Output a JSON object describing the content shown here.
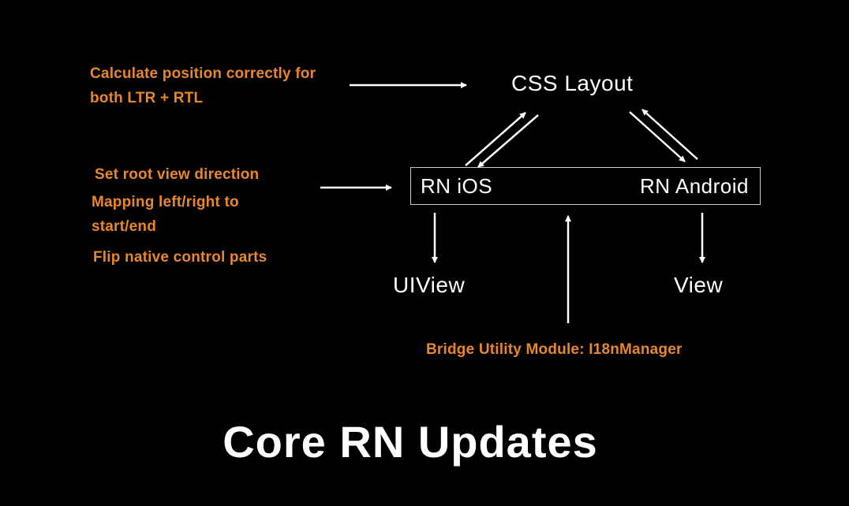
{
  "slide": {
    "title": "Core RN Updates",
    "colors": {
      "background": "#000000",
      "accent_orange": "#E8872B",
      "text_white": "#FFFFFF",
      "box_border": "#C9C9C9"
    },
    "nodes": {
      "css_layout": "CSS Layout",
      "rn_ios": "RN iOS",
      "rn_android": "RN Android",
      "uiview": "UIView",
      "view": "View"
    },
    "annotations": {
      "calculate_position": "Calculate position correctly for both LTR + RTL",
      "set_root_view": "Set root view direction",
      "mapping": "Mapping left/right to start/end",
      "flip_native": "Flip native control parts",
      "bridge_module": "Bridge Utility Module: I18nManager"
    },
    "arrows": [
      "calculate-position-to-css-layout",
      "css-layout-rn-ios-bidirectional",
      "css-layout-rn-android-bidirectional",
      "set-root-view-to-rn-box",
      "rn-ios-to-uiview",
      "rn-android-to-view",
      "bridge-module-to-rn-box"
    ]
  }
}
